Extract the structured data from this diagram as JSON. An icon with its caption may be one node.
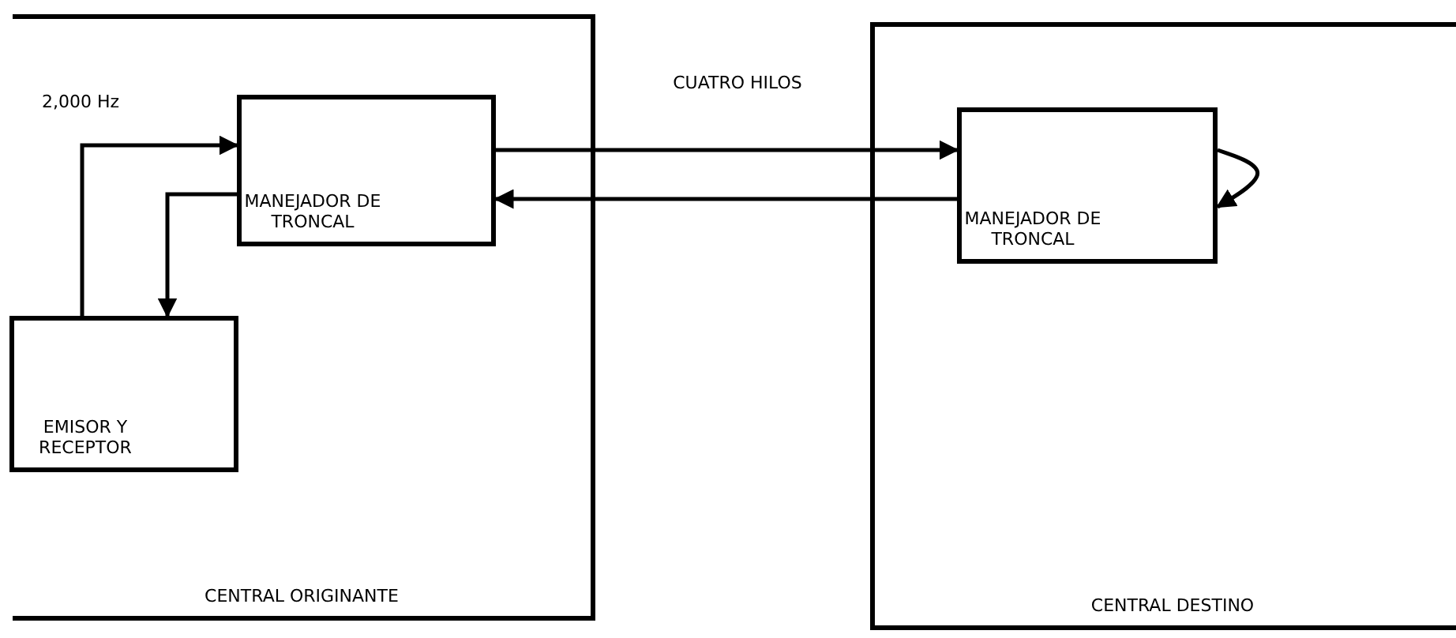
{
  "diagram": {
    "nodes": [
      {
        "text": [
          "CENTRAL ORIGINANTE"
        ]
      },
      {
        "text": [
          "MANEJADOR DE TRONCAL"
        ],
        "in": 0
      },
      {
        "text": [
          "EMISOR Y RECEPTOR"
        ],
        "in": 0
      },
      {
        "text": [
          "CENTRAL DESTINO"
        ]
      },
      {
        "text": [
          "MANEJADOR DE TRONCAL"
        ],
        "in": 3
      }
    ],
    "edges": [
      {
        "from": 2,
        "to": 1,
        "arrow": "to",
        "label": "2,000 Hz"
      },
      {
        "from": 1,
        "to": 2,
        "arrow": "to"
      },
      {
        "from": 1,
        "to": 4,
        "arrow": "to",
        "label": "CUATRO HILOS"
      },
      {
        "from": 4,
        "to": 1,
        "arrow": "to"
      },
      {
        "from": 4,
        "to": 4,
        "arrow": "to"
      }
    ]
  }
}
